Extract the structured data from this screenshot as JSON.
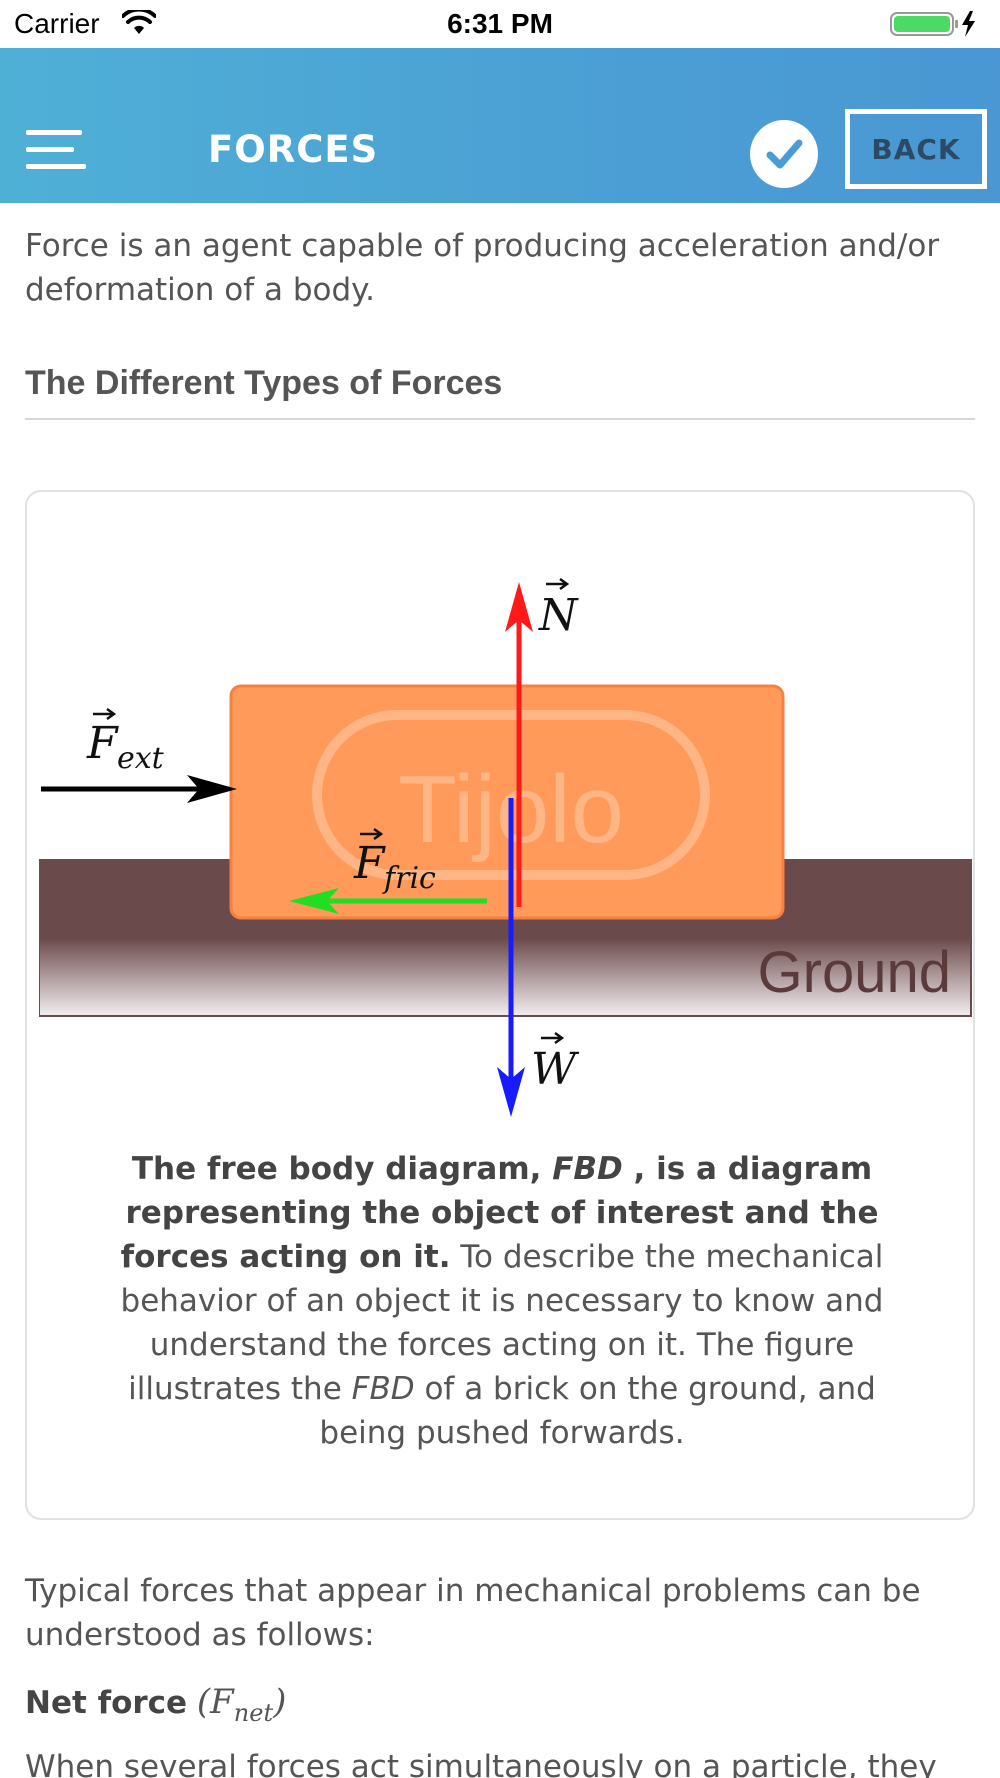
{
  "status_bar": {
    "carrier": "Carrier",
    "time": "6:31 PM"
  },
  "header": {
    "title": "FORCES",
    "back_label": "BACK",
    "accent_start": "#4fb0d6",
    "accent_end": "#4a97d3"
  },
  "intro": "Force is an agent capable of producing acceleration and/or deformation of a body.",
  "section_title": "The Different Types of Forces",
  "figure": {
    "labels": {
      "normal": "N",
      "weight": "W",
      "ext_base": "F",
      "ext_sub": "ext",
      "fric_base": "F",
      "fric_sub": "fric",
      "brick": "Tijolo",
      "ground": "Ground"
    },
    "colors": {
      "brick": "#ff9a5a",
      "ground": "#6b4a4b",
      "normal": "#ff1a1a",
      "weight": "#1a1aff",
      "friction": "#22dd22",
      "external": "#000000"
    }
  },
  "caption": {
    "bold_1": "The free body diagram, ",
    "bold_italic": "FBD",
    "bold_2": " , is a diagram representing the object of interest and the forces acting on it.",
    "text_1": " To describe the mechanical behavior of an object it is necessary to know and understand the forces acting on it. The figure illustrates the ",
    "italic": "FBD",
    "text_2": " of a brick on the ground, and being pushed forwards."
  },
  "typical": "Typical forces that appear in mechanical problems can be understood as follows:",
  "net_force": {
    "label": "Net force",
    "math": "(F",
    "math_sub": "net",
    "math_close": ")"
  },
  "when": "When several forces act simultaneously on a particle, they"
}
